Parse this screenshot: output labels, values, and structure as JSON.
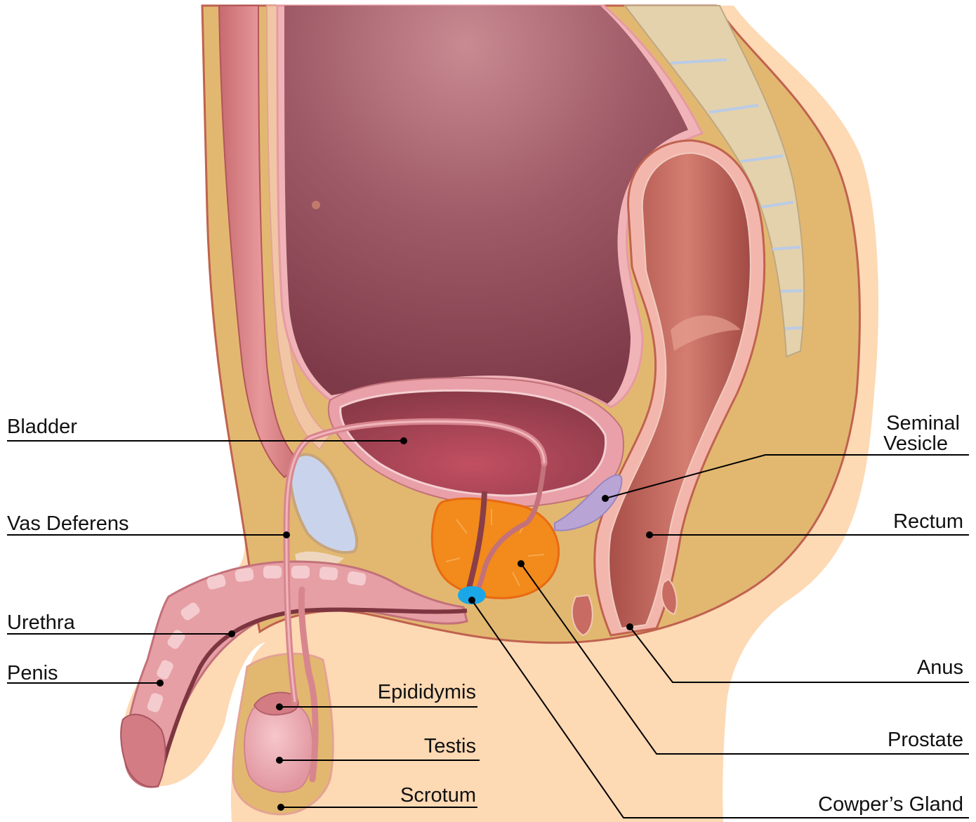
{
  "labels": {
    "bladder": "Bladder",
    "vas_deferens": "Vas Deferens",
    "urethra": "Urethra",
    "penis": "Penis",
    "epididymis": "Epididymis",
    "testis": "Testis",
    "scrotum": "Scrotum",
    "seminal_vesicle_line1": "Seminal",
    "seminal_vesicle_line2": "Vesicle",
    "rectum": "Rectum",
    "anus": "Anus",
    "prostate": "Prostate",
    "cowpers_gland": "Cowper’s Gland"
  },
  "colors": {
    "skin": "#fdd9b4",
    "fat": "#e2b870",
    "bladder_wall": "#e8a0a8",
    "bladder_lumen": "#8f4a58",
    "rectum": "#c7675e",
    "prostate": "#f28a1c",
    "cowpers_gland": "#1aa7e8",
    "seminal_vesicle": "#b9a4d6",
    "penis_pink": "#e69fa5",
    "spine": "#e4d2ac",
    "pubic_bone": "#c9d4ec"
  }
}
